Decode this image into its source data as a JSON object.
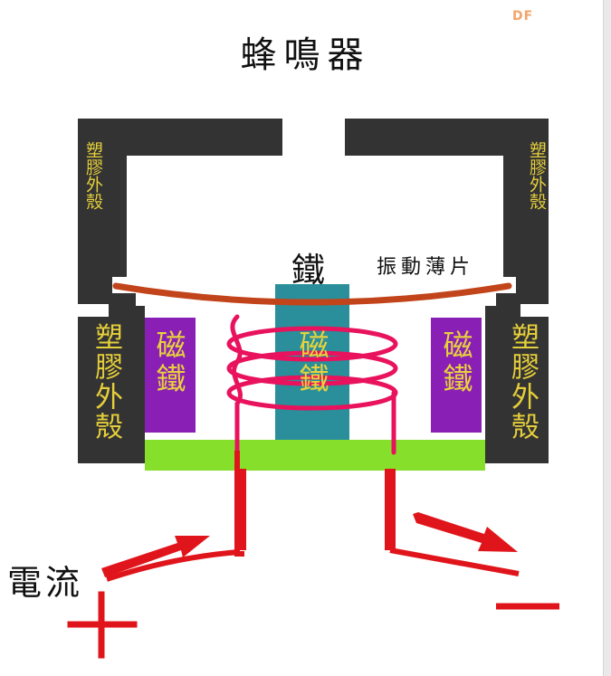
{
  "watermark": "DF",
  "title": "蜂鳴器",
  "labels": {
    "shell_top_left": "塑膠外殼",
    "shell_top_right": "塑膠外殼",
    "shell_bottom_left": "塑膠外殼",
    "shell_bottom_right": "塑膠外殼",
    "iron": "鐵",
    "diaphragm": "振動薄片",
    "magnet_left": "磁鐵",
    "magnet_right": "磁鐵",
    "core_magnet": "磁鐵",
    "current": "電流"
  },
  "colors": {
    "shell": "#333333",
    "diaphragm": "#c2441a",
    "core": "#2a8f9b",
    "magnet": "#8a1fb6",
    "base": "#86e02b",
    "coil": "#e8125d",
    "wire": "#e0151b",
    "label_yellow": "#e5cf3a"
  }
}
